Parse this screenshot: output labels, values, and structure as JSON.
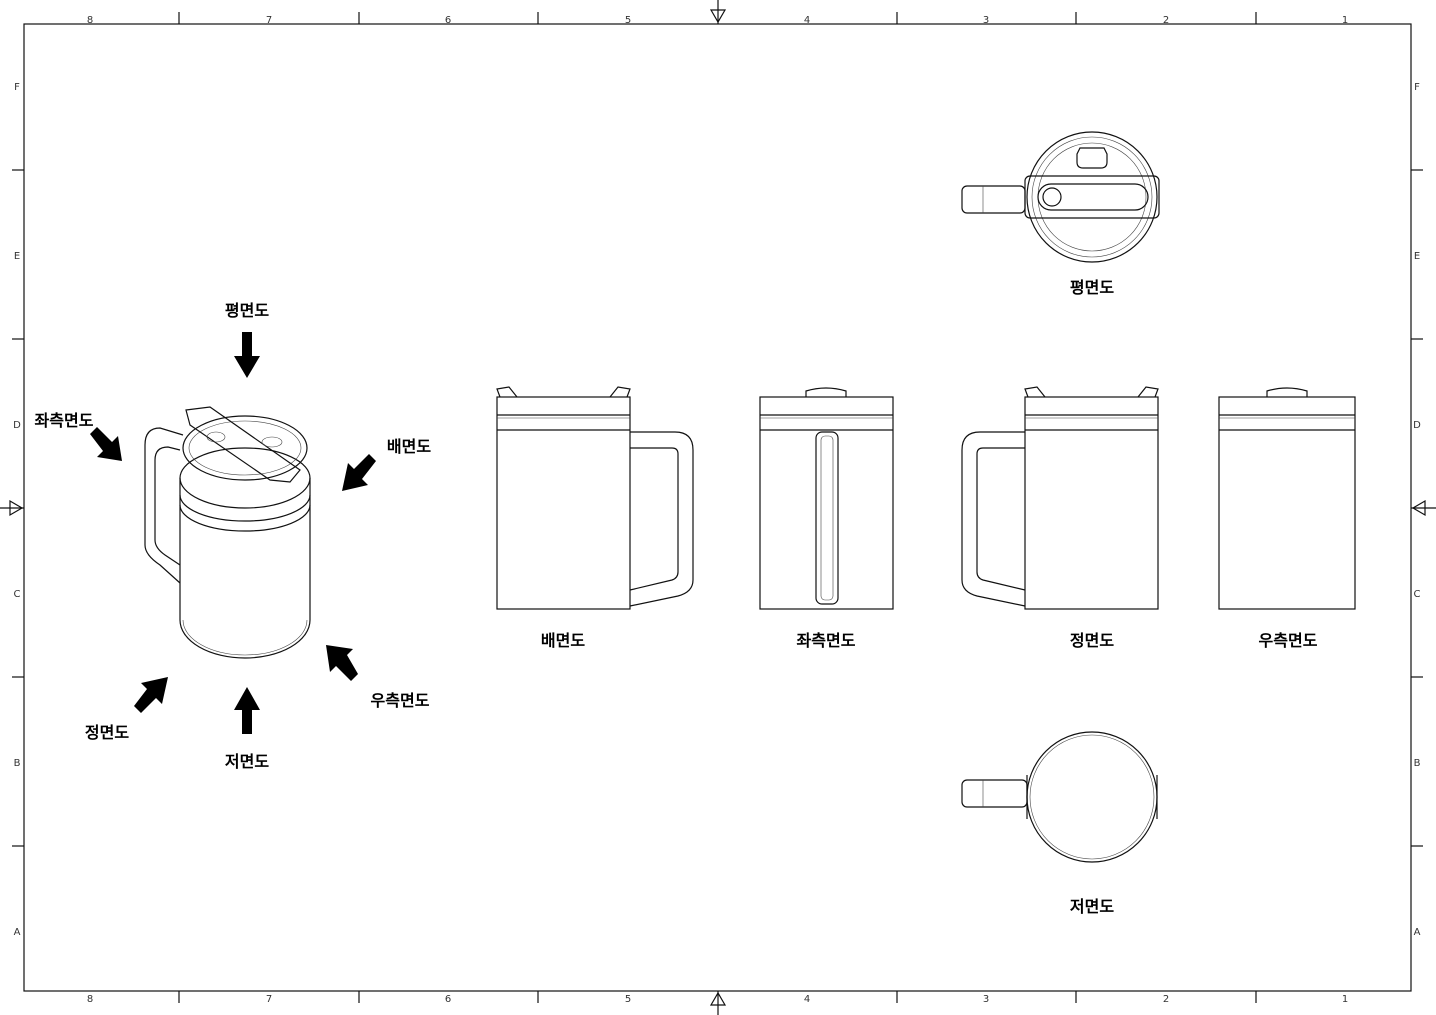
{
  "zones": {
    "columns": [
      "8",
      "7",
      "6",
      "5",
      "4",
      "3",
      "2",
      "1"
    ],
    "rows": [
      "F",
      "E",
      "D",
      "C",
      "B",
      "A"
    ]
  },
  "iso_labels": {
    "top": "평면도",
    "left": "좌측면도",
    "back": "배면도",
    "right": "우측면도",
    "front": "정면도",
    "bottom": "저면도"
  },
  "views": {
    "top": "평면도",
    "back": "배면도",
    "left": "좌측면도",
    "front": "정면도",
    "right": "우측면도",
    "bottom": "저면도"
  }
}
